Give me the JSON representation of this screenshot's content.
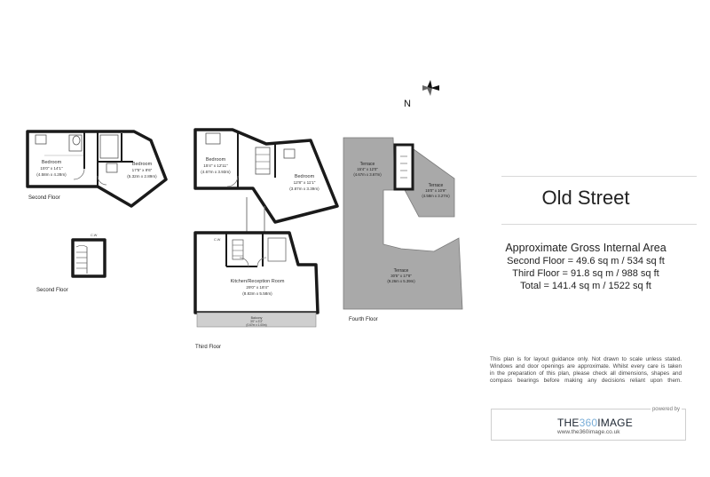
{
  "compass": {
    "north_label": "N"
  },
  "property": {
    "title": "Old Street"
  },
  "area": {
    "heading": "Approximate Gross Internal Area",
    "second_floor": "Second Floor = 49.6 sq m / 534 sq ft",
    "third_floor": "Third  Floor = 91.8 sq m / 988 sq ft",
    "total": "Total = 141.4 sq m / 1522 sq ft"
  },
  "floors": {
    "second_floor_main": "Second Floor",
    "second_floor_stair": "Second Floor",
    "third_floor": "Third Floor",
    "fourth_floor": "Fourth Floor"
  },
  "rooms": {
    "bedroom1": {
      "name": "Bedroom",
      "imperial": "15'0\" x 14'1\"",
      "metric": "(4.58m x 4.28m)"
    },
    "bedroom2": {
      "name": "Bedroom",
      "imperial": "17'5\" x 9'6\"",
      "metric": "(5.32m x 2.89m)"
    },
    "bedroom3": {
      "name": "Bedroom",
      "imperial": "15'4\" x 12'11\"",
      "metric": "(4.67m x 3.93m)"
    },
    "bedroom4": {
      "name": "Bedroom",
      "imperial": "12'8\" x 11'1\"",
      "metric": "(3.87m x 3.39m)"
    },
    "terrace1": {
      "name": "Terrace",
      "imperial": "15'4\" x 12'0\"",
      "metric": "(4.67m x 3.67m)"
    },
    "terrace2": {
      "name": "Terrace",
      "imperial": "15'0\" x 10'9\"",
      "metric": "(4.58m x 3.27m)"
    },
    "terrace3": {
      "name": "Terrace",
      "imperial": "30'5\" x 17'8\"",
      "metric": "(9.26m x 5.39m)"
    },
    "kitchen": {
      "name": "Kitchen/Reception Room",
      "imperial": "29'0\" x 18'4\"",
      "metric": "(8.83m x 5.58m)"
    },
    "balcony": {
      "name": "Balcony",
      "imperial": "3'0\" x 3'3\"",
      "metric": "(0.67m x 1.00m)"
    },
    "cupboard_label": "C.W",
    "stair_label": "C.W"
  },
  "disclaimer": [
    "This plan is for layout guidance only. Not drawn to scale unless stated.",
    "Windows and door openings are approximate. Whilst every care is taken",
    "in the preparation of this plan, please check all dimensions, shapes and",
    "compass bearings before making any decisions reliant upon them."
  ],
  "branding": {
    "powered_by": "powered by",
    "name_part1": "THE",
    "name_part2": "360",
    "name_part3": "IMAGE",
    "url": "www.the360image.co.uk"
  },
  "colors": {
    "wall": "#1a1a1a",
    "terrace_fill": "#a9a9a9",
    "floor_fill": "#ffffff",
    "accent": "#7aaed8"
  }
}
